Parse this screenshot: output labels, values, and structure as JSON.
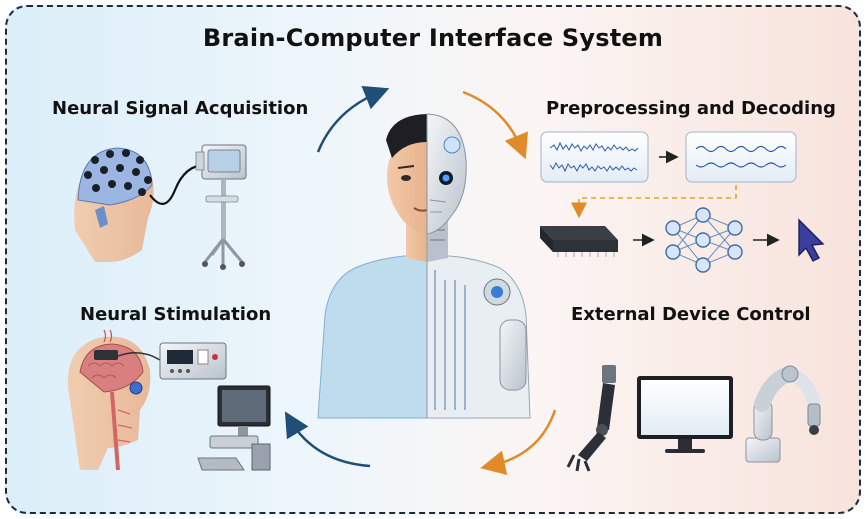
{
  "title": "Brain-Computer Interface System",
  "sections": {
    "acquisition": "Neural Signal Acquisition",
    "preprocessing": "Preprocessing and Decoding",
    "stimulation": "Neural Stimulation",
    "control": "External Device Control"
  },
  "icons": [
    "eeg-cap-head-icon",
    "eeg-amplifier-icon",
    "raw-signal-icon",
    "filtered-signal-icon",
    "processor-chip-icon",
    "neural-network-icon",
    "cursor-icon",
    "stimulation-head-icon",
    "stimulator-device-icon",
    "desktop-computer-icon",
    "robotic-arm-icon",
    "monitor-icon",
    "industrial-robot-icon",
    "human-cyborg-icon"
  ],
  "colors": {
    "cycle_blue": "#1f4e79",
    "cycle_orange": "#e08a2a",
    "border": "#1f2a38"
  }
}
